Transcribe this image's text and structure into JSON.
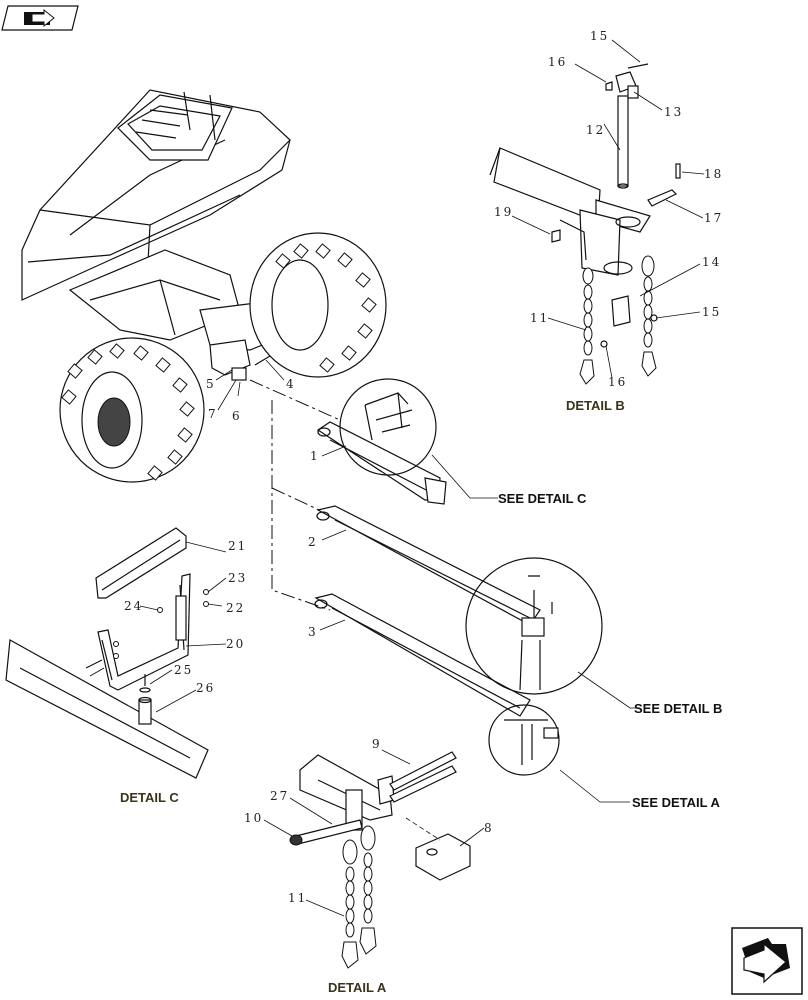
{
  "callouts": {
    "c1": "1",
    "c2": "2",
    "c3": "3",
    "c4": "4",
    "c5": "5",
    "c6": "6",
    "c7": "7",
    "c8": "8",
    "c9": "9",
    "c10": "10",
    "c11a": "11",
    "c11b": "11",
    "c12": "12",
    "c13": "13",
    "c14": "14",
    "c15a": "15",
    "c15b": "15",
    "c16a": "16",
    "c16b": "16",
    "c17": "17",
    "c18": "18",
    "c19": "19",
    "c20": "20",
    "c21": "21",
    "c22": "22",
    "c23": "23",
    "c24": "24",
    "c25": "25",
    "c26": "26",
    "c27": "27"
  },
  "labels": {
    "detail_a": "DETAIL  A",
    "detail_b": "DETAIL  B",
    "detail_c": "DETAIL  C",
    "see_detail_a": "SEE DETAIL  A",
    "see_detail_b": "SEE DETAIL  B",
    "see_detail_c": "SEE DETAIL  C"
  },
  "icons": {
    "top_left": "book-arrow-icon",
    "bottom_right": "next-page-arrow-icon"
  }
}
